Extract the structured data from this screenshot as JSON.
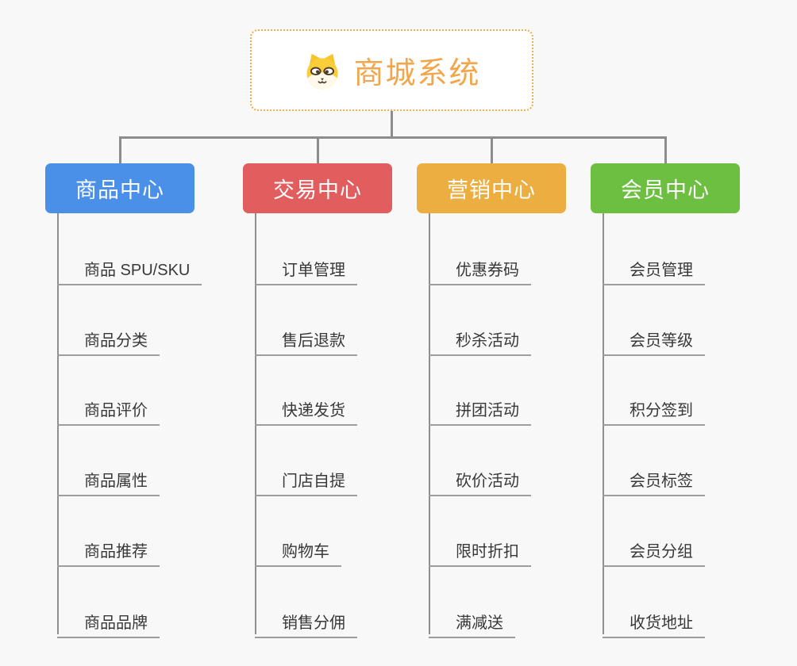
{
  "page_background": "#F8F8F8",
  "connector_color": "#8C8C8C",
  "leaf_line_color": "#9D9D9D",
  "leaf_text_color": "#383838",
  "root": {
    "title": "商城系统",
    "icon": "shiba-dog-icon",
    "accent_color": "#F2A64B",
    "border_color": "#F0AB52",
    "background": "#FFFFFF"
  },
  "branches": [
    {
      "label": "商品中心",
      "color": "#4A90E8",
      "items": [
        "商品 SPU/SKU",
        "商品分类",
        "商品评价",
        "商品属性",
        "商品推荐",
        "商品品牌"
      ]
    },
    {
      "label": "交易中心",
      "color": "#E25D5D",
      "items": [
        "订单管理",
        "售后退款",
        "快递发货",
        "门店自提",
        "购物车",
        "销售分佣"
      ]
    },
    {
      "label": "营销中心",
      "color": "#ECAE41",
      "items": [
        "优惠券码",
        "秒杀活动",
        "拼团活动",
        "砍价活动",
        "限时折扣",
        "满减送"
      ]
    },
    {
      "label": "会员中心",
      "color": "#6DBF42",
      "items": [
        "会员管理",
        "会员等级",
        "积分签到",
        "会员标签",
        "会员分组",
        "收货地址"
      ]
    }
  ]
}
